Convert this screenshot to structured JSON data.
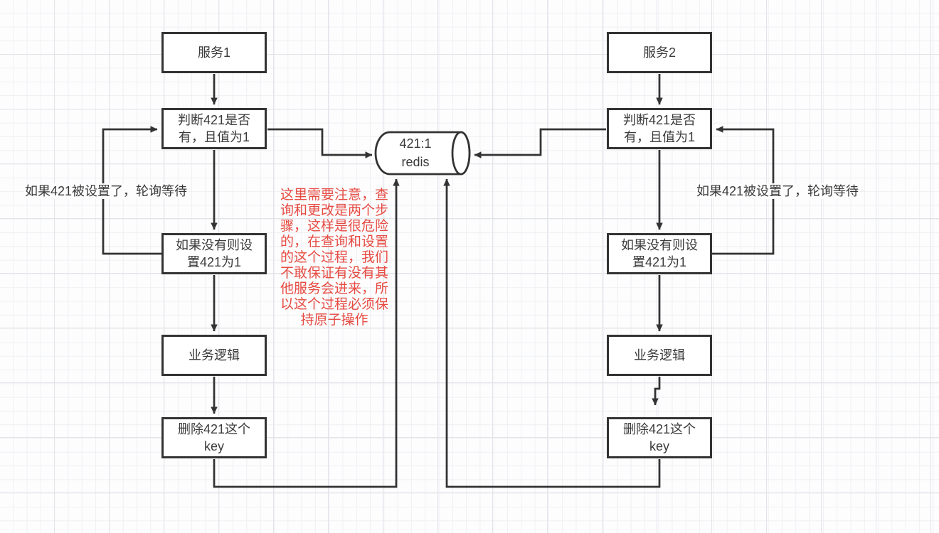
{
  "diagram": {
    "title": "redis-distributed-lock-flowchart",
    "nodes": {
      "service1": {
        "label": "服务1"
      },
      "check1": {
        "label": "判断421是否\n有，且值为1"
      },
      "set1": {
        "label": "如果没有则设\n置421为1"
      },
      "business1": {
        "label": "业务逻辑"
      },
      "delete1": {
        "label": "删除421这个\nkey"
      },
      "service2": {
        "label": "服务2"
      },
      "check2": {
        "label": "判断421是否\n有，且值为1"
      },
      "set2": {
        "label": "如果没有则设\n置421为1"
      },
      "business2": {
        "label": "业务逻辑"
      },
      "delete2": {
        "label": "删除421这个\nkey"
      },
      "redis": {
        "label": "421:1\nredis"
      }
    },
    "labels": {
      "wait_left": "如果421被设置了，轮询等待",
      "wait_right": "如果421被设置了，轮询等待",
      "note": "这里需要注意，查\n询和更改是两个步\n骤，这样是很危险\n的，在查询和设置\n的这个过程，我们\n不敢保证有没有其\n他服务会进来，所\n以这个过程必须保\n持原子操作"
    },
    "colors": {
      "stroke": "#333333",
      "text": "#3a3a3a",
      "note_text": "#e64b42",
      "node_fill": "#ffffff",
      "grid_minor": "#eff0f3",
      "grid_major": "#e3e4e9",
      "background": "#fdfdfe"
    }
  }
}
